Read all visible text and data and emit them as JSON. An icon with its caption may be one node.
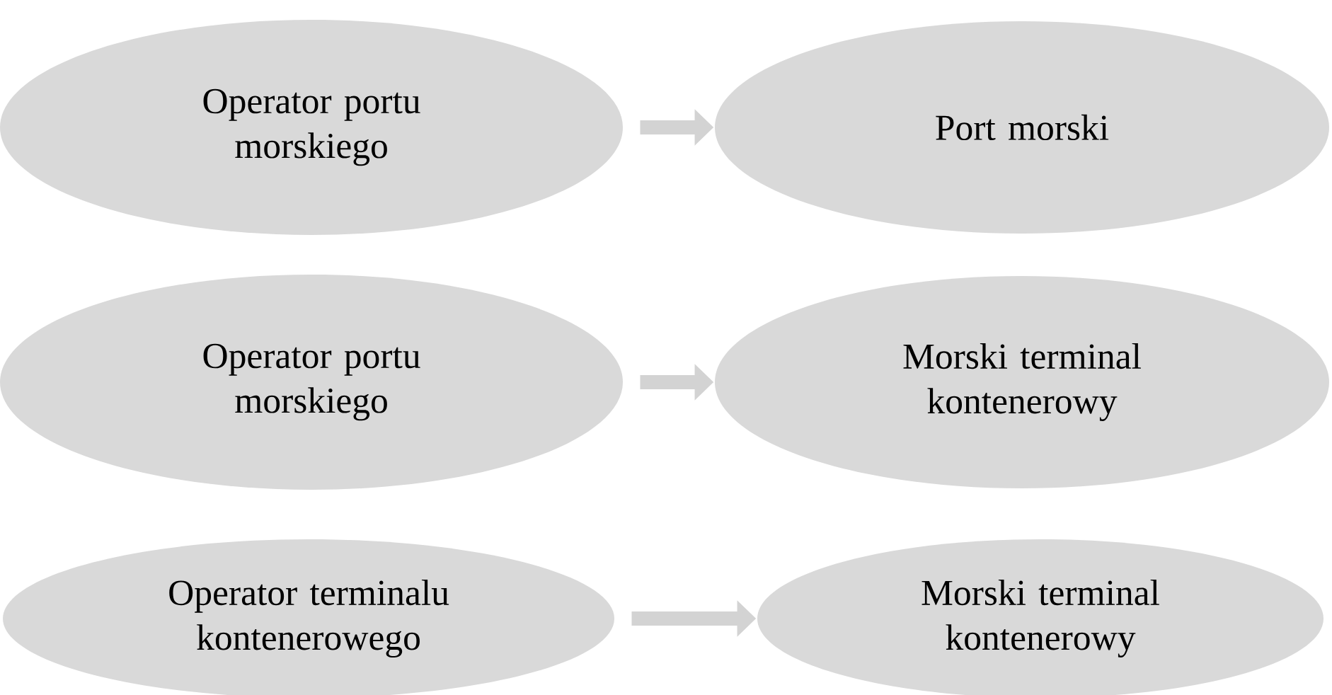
{
  "diagram": {
    "nodes": [
      {
        "text": [
          "Operator portu morskiego"
        ]
      },
      {
        "text": [
          "Port morski"
        ]
      },
      {
        "text": [
          "Operator portu morskiego"
        ]
      },
      {
        "text": [
          "Morski terminal kontenerowy"
        ]
      },
      {
        "text": [
          "Operator terminalu kontenerowego"
        ]
      },
      {
        "text": [
          "Morski terminal kontenerowy"
        ]
      }
    ],
    "edges": [
      {
        "from": 0,
        "to": 1,
        "arrow": "to"
      },
      {
        "from": 2,
        "to": 3,
        "arrow": "to"
      },
      {
        "from": 4,
        "to": 5,
        "arrow": "to"
      }
    ]
  }
}
